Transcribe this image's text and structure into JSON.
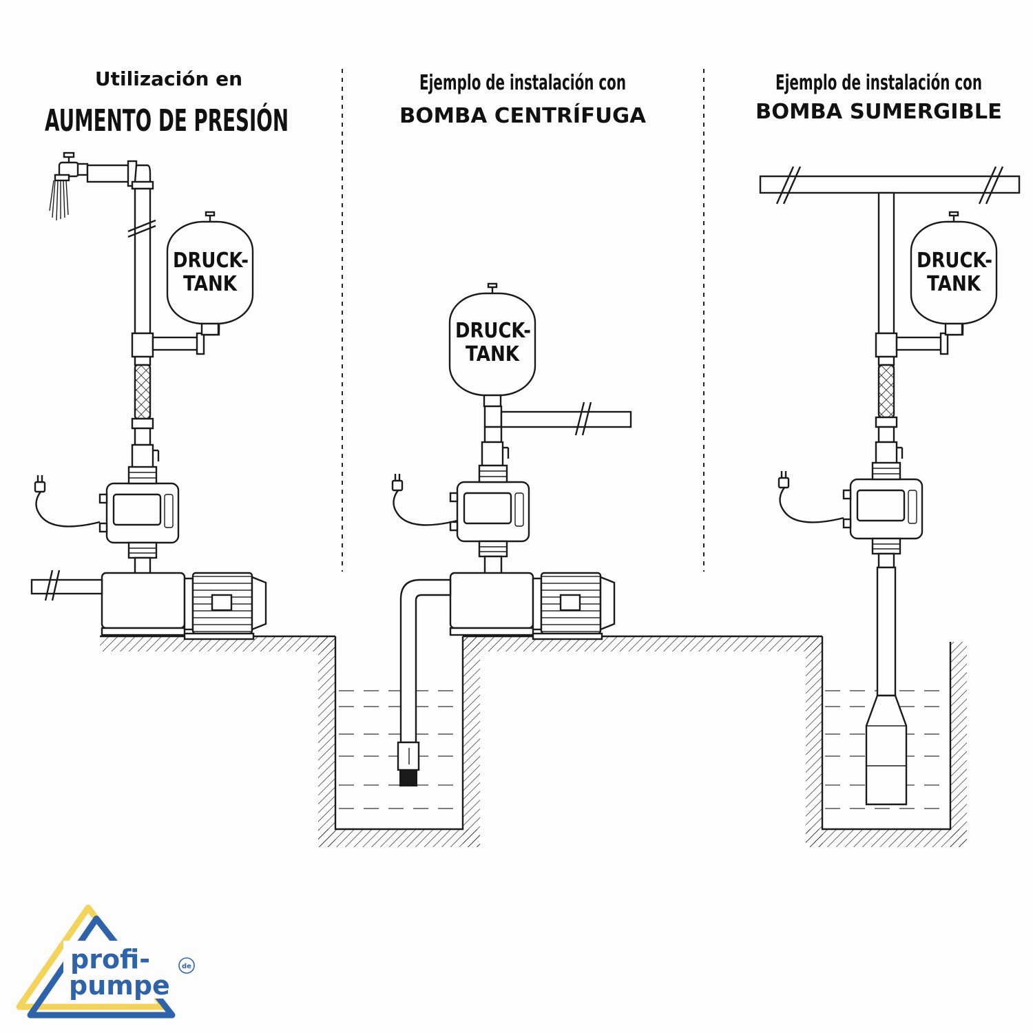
{
  "panels": [
    {
      "line1": "Utilización en",
      "line2": "AUMENTO DE PRESIÓN"
    },
    {
      "line1": "Ejemplo de instalación con",
      "line2": "BOMBA CENTRÍFUGA"
    },
    {
      "line1": "Ejemplo de instalación con",
      "line2": "BOMBA SUMERGIBLE"
    }
  ],
  "tank": {
    "line1": "DRUCK-",
    "line2": "TANK"
  },
  "logo": {
    "line1": "profi-",
    "line2": "pumpe",
    "suffix": "de",
    "colors": {
      "blue": "#2f63a9",
      "yellow": "#f2d45c"
    }
  }
}
